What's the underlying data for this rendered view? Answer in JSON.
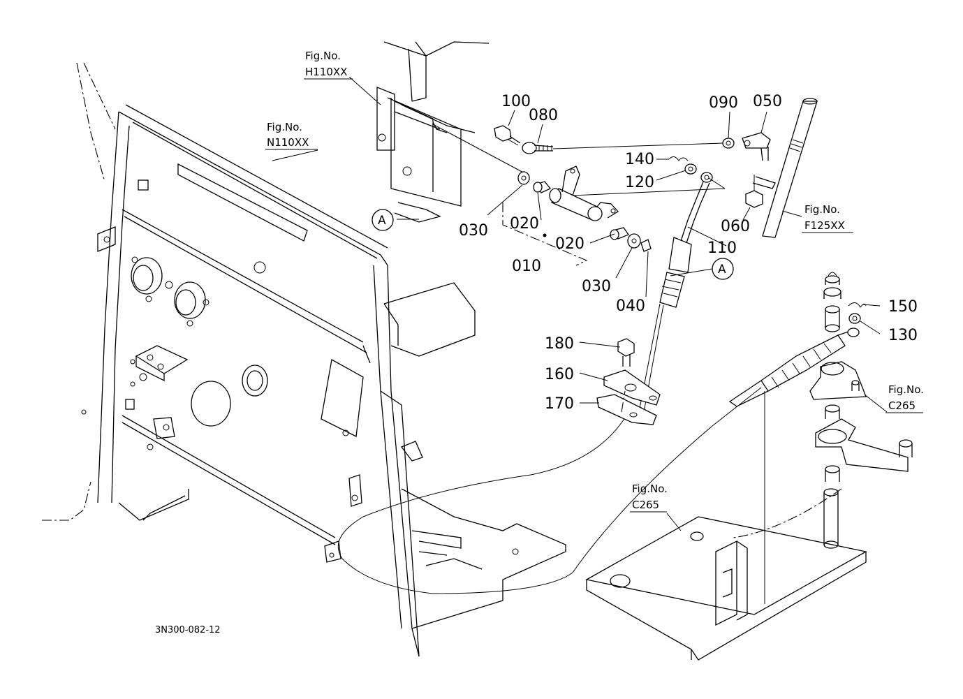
{
  "diagram": {
    "drawing_code": "3N300-082-12",
    "fig_refs": [
      {
        "id": "h110",
        "line1": "Fig.No.",
        "line2": "H110XX"
      },
      {
        "id": "n110",
        "line1": "Fig.No.",
        "line2": "N110XX"
      },
      {
        "id": "f125",
        "line1": "Fig.No.",
        "line2": "F125XX"
      },
      {
        "id": "c265a",
        "line1": "Fig.No.",
        "line2": "C265"
      },
      {
        "id": "c265b",
        "line1": "Fig.No.",
        "line2": "C265"
      }
    ],
    "parts": [
      "100",
      "080",
      "090",
      "050",
      "140",
      "120",
      "030",
      "020",
      "060",
      "020",
      "110",
      "010",
      "030",
      "040",
      "150",
      "130",
      "180",
      "160",
      "170"
    ],
    "markers": [
      "A",
      "A"
    ]
  }
}
